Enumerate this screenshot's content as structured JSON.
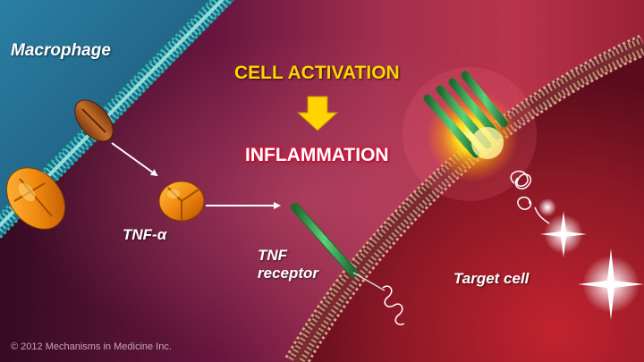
{
  "labels": {
    "macrophage": "Macrophage",
    "tnf_alpha": "TNF-α",
    "tnf_receptor_line1": "TNF",
    "tnf_receptor_line2": "receptor",
    "target_cell": "Target cell",
    "cell_activation": "CELL ACTIVATION",
    "inflammation": "INFLAMMATION"
  },
  "copyright": "© 2012 Mechanisms in Medicine Inc.",
  "colors": {
    "activation_text": "#ffd400",
    "inflammation_glow": "#e0143a",
    "arrow_down": "#ffd400",
    "membrane_left": "#5cc7c9",
    "membrane_right": "#b8645a",
    "protein": "#f08a10",
    "receptor": "#2fa24a"
  },
  "icons": [
    "down-arrow-icon",
    "arrow-right-icon",
    "sparkle-icon"
  ]
}
